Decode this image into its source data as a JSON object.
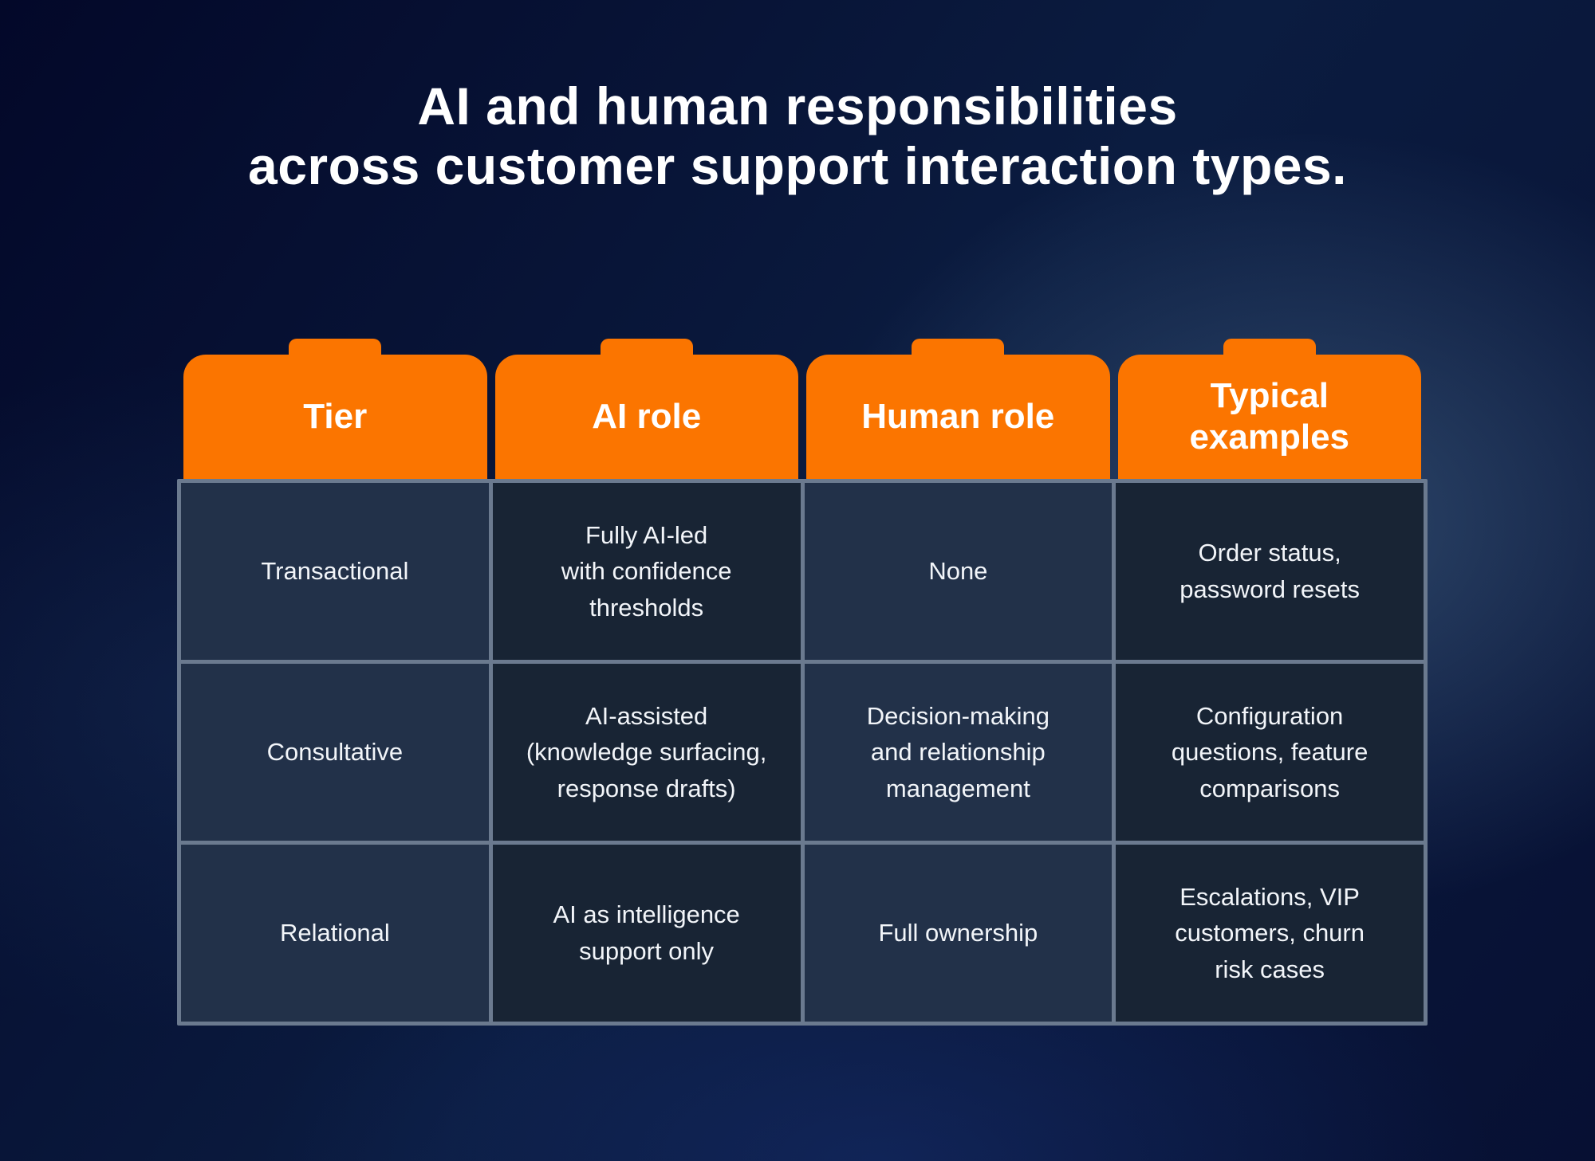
{
  "title": {
    "line1": "AI and human responsibilities",
    "line2": "across customer support interaction types."
  },
  "table": {
    "headers": [
      {
        "label": "Tier"
      },
      {
        "label": "AI role"
      },
      {
        "label": "Human role"
      },
      {
        "label": "Typical\nexamples"
      }
    ],
    "rows": [
      {
        "cells": [
          "Transactional",
          "Fully AI-led\nwith confidence\nthresholds",
          "None",
          "Order status,\npassword resets"
        ]
      },
      {
        "cells": [
          "Consultative",
          "AI-assisted\n(knowledge surfacing,\nresponse drafts)",
          "Decision-making\nand relationship\nmanagement",
          "Configuration\nquestions, feature\ncomparisons"
        ]
      },
      {
        "cells": [
          "Relational",
          "AI as intelligence\nsupport only",
          "Full ownership",
          "Escalations, VIP\ncustomers, churn\nrisk cases"
        ]
      }
    ]
  },
  "chart_data": {
    "type": "table",
    "title": "AI and human responsibilities across customer support interaction types.",
    "columns": [
      "Tier",
      "AI role",
      "Human role",
      "Typical examples"
    ],
    "rows": [
      [
        "Transactional",
        "Fully AI-led with confidence thresholds",
        "None",
        "Order status, password resets"
      ],
      [
        "Consultative",
        "AI-assisted (knowledge surfacing, response drafts)",
        "Decision-making and relationship management",
        "Configuration questions, feature comparisons"
      ],
      [
        "Relational",
        "AI as intelligence support only",
        "Full ownership",
        "Escalations, VIP customers, churn risk cases"
      ]
    ]
  },
  "colors": {
    "accent": "#fb7500",
    "cell_light": "#223149",
    "cell_dark": "#182434",
    "grid_line": "#6b7a8f",
    "text_light": "#f2f5f9"
  }
}
